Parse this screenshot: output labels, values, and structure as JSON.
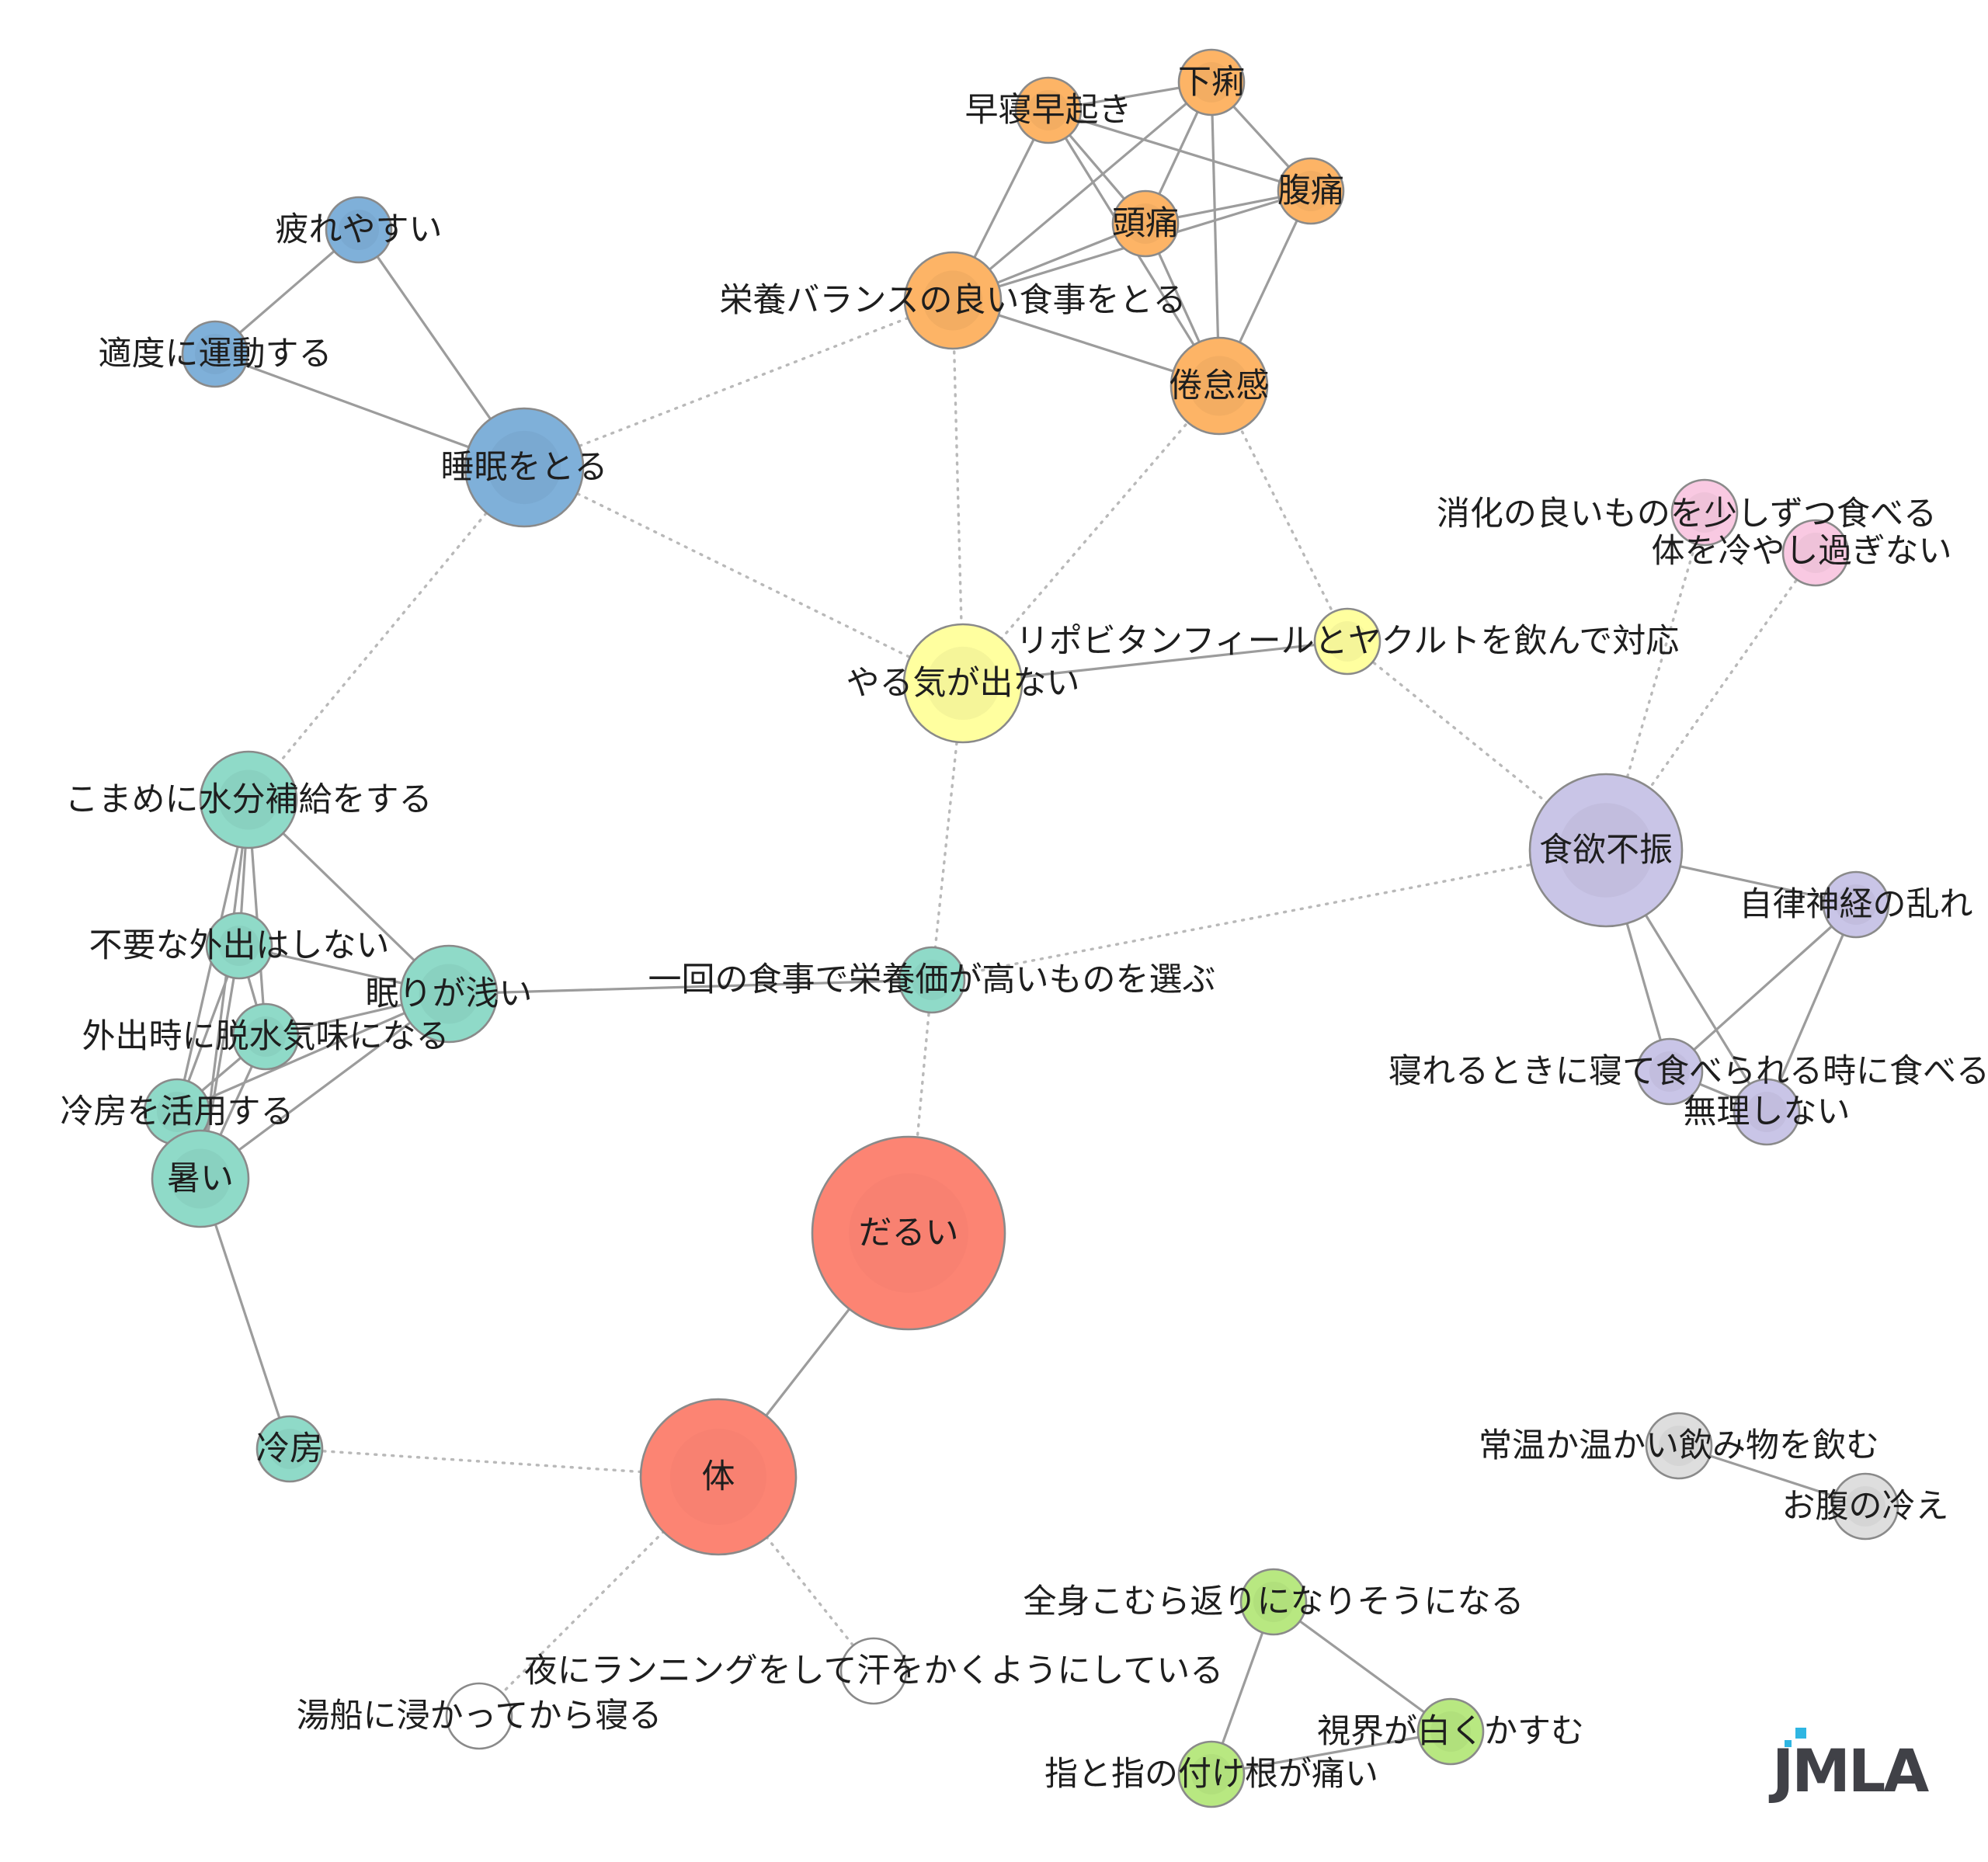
{
  "logo": {
    "text": "JMLA",
    "accent_color": "#2fb6e2",
    "text_color": "#404147"
  },
  "palette": {
    "blue": "#7fb0d9",
    "orange": "#fdb466",
    "yellow": "#ffff9f",
    "teal": "#8fdac8",
    "purple": "#c9c5e7",
    "pink": "#f9c9e2",
    "red": "#fc8473",
    "gray": "#dedede",
    "green": "#b8e881",
    "white": "#ffffff"
  },
  "nodes": [
    {
      "id": "n1",
      "label": "疲れやすい",
      "group": "blue",
      "size": 1
    },
    {
      "id": "n2",
      "label": "適度に運動する",
      "group": "blue",
      "size": 1
    },
    {
      "id": "n3",
      "label": "睡眠をとる",
      "group": "blue",
      "size": 3
    },
    {
      "id": "n4",
      "label": "早寝早起き",
      "group": "orange",
      "size": 1
    },
    {
      "id": "n5",
      "label": "下痢",
      "group": "orange",
      "size": 1
    },
    {
      "id": "n6",
      "label": "腹痛",
      "group": "orange",
      "size": 1
    },
    {
      "id": "n7",
      "label": "頭痛",
      "group": "orange",
      "size": 1
    },
    {
      "id": "n8",
      "label": "栄養バランスの良い食事をとる",
      "group": "orange",
      "size": 2
    },
    {
      "id": "n9",
      "label": "倦怠感",
      "group": "orange",
      "size": 2
    },
    {
      "id": "n10",
      "label": "やる気が出ない",
      "group": "yellow",
      "size": 3
    },
    {
      "id": "n11",
      "label": "リポビタンフィールとヤクルトを飲んで対応",
      "group": "yellow",
      "size": 1
    },
    {
      "id": "n12",
      "label": "消化の良いものを少しずつ食べる",
      "group": "pink",
      "size": 1
    },
    {
      "id": "n13",
      "label": "体を冷やし過ぎない",
      "group": "pink",
      "size": 1
    },
    {
      "id": "n14",
      "label": "食欲不振",
      "group": "purple",
      "size": 4
    },
    {
      "id": "n15",
      "label": "自律神経の乱れ",
      "group": "purple",
      "size": 1
    },
    {
      "id": "n16",
      "label": "寝れるときに寝て食べられる時に食べる",
      "group": "purple",
      "size": 1
    },
    {
      "id": "n17",
      "label": "無理しない",
      "group": "purple",
      "size": 1
    },
    {
      "id": "n18",
      "label": "こまめに水分補給をする",
      "group": "teal",
      "size": 2
    },
    {
      "id": "n19",
      "label": "不要な外出はしない",
      "group": "teal",
      "size": 1
    },
    {
      "id": "n20",
      "label": "眠りが浅い",
      "group": "teal",
      "size": 2
    },
    {
      "id": "n21",
      "label": "外出時に脱水気味になる",
      "group": "teal",
      "size": 1
    },
    {
      "id": "n22",
      "label": "冷房を活用する",
      "group": "teal",
      "size": 1
    },
    {
      "id": "n23",
      "label": "暑い",
      "group": "teal",
      "size": 2
    },
    {
      "id": "n24",
      "label": "一回の食事で栄養価が高いものを選ぶ",
      "group": "teal",
      "size": 1
    },
    {
      "id": "n25",
      "label": "冷房",
      "group": "teal",
      "size": 1
    },
    {
      "id": "n26",
      "label": "だるい",
      "group": "red",
      "size": 6
    },
    {
      "id": "n27",
      "label": "体",
      "group": "red",
      "size": 5
    },
    {
      "id": "n28",
      "label": "常温か温かい飲み物を飲む",
      "group": "gray",
      "size": 1
    },
    {
      "id": "n29",
      "label": "お腹の冷え",
      "group": "gray",
      "size": 1
    },
    {
      "id": "n30",
      "label": "全身こむら返りになりそうになる",
      "group": "green",
      "size": 1
    },
    {
      "id": "n31",
      "label": "視界が白くかすむ",
      "group": "green",
      "size": 1
    },
    {
      "id": "n32",
      "label": "指と指の付け根が痛い",
      "group": "green",
      "size": 1
    },
    {
      "id": "n33",
      "label": "夜にランニングをして汗をかくようにしている",
      "group": "white",
      "size": 1
    },
    {
      "id": "n34",
      "label": "湯船に浸かってから寝る",
      "group": "white",
      "size": 1
    }
  ],
  "edges": [
    {
      "source": "n1",
      "target": "n2",
      "style": "solid"
    },
    {
      "source": "n1",
      "target": "n3",
      "style": "solid"
    },
    {
      "source": "n2",
      "target": "n3",
      "style": "solid"
    },
    {
      "source": "n4",
      "target": "n5",
      "style": "solid"
    },
    {
      "source": "n4",
      "target": "n6",
      "style": "solid"
    },
    {
      "source": "n4",
      "target": "n7",
      "style": "solid"
    },
    {
      "source": "n4",
      "target": "n8",
      "style": "solid"
    },
    {
      "source": "n4",
      "target": "n9",
      "style": "solid"
    },
    {
      "source": "n5",
      "target": "n6",
      "style": "solid"
    },
    {
      "source": "n5",
      "target": "n7",
      "style": "solid"
    },
    {
      "source": "n5",
      "target": "n8",
      "style": "solid"
    },
    {
      "source": "n5",
      "target": "n9",
      "style": "solid"
    },
    {
      "source": "n6",
      "target": "n7",
      "style": "solid"
    },
    {
      "source": "n6",
      "target": "n8",
      "style": "solid"
    },
    {
      "source": "n6",
      "target": "n9",
      "style": "solid"
    },
    {
      "source": "n7",
      "target": "n8",
      "style": "solid"
    },
    {
      "source": "n7",
      "target": "n9",
      "style": "solid"
    },
    {
      "source": "n8",
      "target": "n9",
      "style": "solid"
    },
    {
      "source": "n10",
      "target": "n11",
      "style": "solid"
    },
    {
      "source": "n14",
      "target": "n15",
      "style": "solid"
    },
    {
      "source": "n14",
      "target": "n16",
      "style": "solid"
    },
    {
      "source": "n14",
      "target": "n17",
      "style": "solid"
    },
    {
      "source": "n15",
      "target": "n16",
      "style": "solid"
    },
    {
      "source": "n15",
      "target": "n17",
      "style": "solid"
    },
    {
      "source": "n16",
      "target": "n17",
      "style": "solid"
    },
    {
      "source": "n18",
      "target": "n19",
      "style": "solid"
    },
    {
      "source": "n18",
      "target": "n20",
      "style": "solid"
    },
    {
      "source": "n18",
      "target": "n21",
      "style": "solid"
    },
    {
      "source": "n18",
      "target": "n22",
      "style": "solid"
    },
    {
      "source": "n18",
      "target": "n23",
      "style": "solid"
    },
    {
      "source": "n19",
      "target": "n20",
      "style": "solid"
    },
    {
      "source": "n19",
      "target": "n21",
      "style": "solid"
    },
    {
      "source": "n19",
      "target": "n22",
      "style": "solid"
    },
    {
      "source": "n19",
      "target": "n23",
      "style": "solid"
    },
    {
      "source": "n20",
      "target": "n21",
      "style": "solid"
    },
    {
      "source": "n20",
      "target": "n22",
      "style": "solid"
    },
    {
      "source": "n20",
      "target": "n23",
      "style": "solid"
    },
    {
      "source": "n21",
      "target": "n22",
      "style": "solid"
    },
    {
      "source": "n21",
      "target": "n23",
      "style": "solid"
    },
    {
      "source": "n22",
      "target": "n23",
      "style": "solid"
    },
    {
      "source": "n20",
      "target": "n24",
      "style": "solid"
    },
    {
      "source": "n23",
      "target": "n25",
      "style": "solid"
    },
    {
      "source": "n26",
      "target": "n27",
      "style": "solid"
    },
    {
      "source": "n28",
      "target": "n29",
      "style": "solid"
    },
    {
      "source": "n30",
      "target": "n31",
      "style": "solid"
    },
    {
      "source": "n30",
      "target": "n32",
      "style": "solid"
    },
    {
      "source": "n31",
      "target": "n32",
      "style": "solid"
    },
    {
      "source": "n3",
      "target": "n8",
      "style": "dotted"
    },
    {
      "source": "n3",
      "target": "n10",
      "style": "dotted"
    },
    {
      "source": "n3",
      "target": "n18",
      "style": "dotted"
    },
    {
      "source": "n8",
      "target": "n10",
      "style": "dotted"
    },
    {
      "source": "n9",
      "target": "n10",
      "style": "dotted"
    },
    {
      "source": "n9",
      "target": "n11",
      "style": "dotted"
    },
    {
      "source": "n11",
      "target": "n14",
      "style": "dotted"
    },
    {
      "source": "n12",
      "target": "n14",
      "style": "dotted"
    },
    {
      "source": "n13",
      "target": "n14",
      "style": "dotted"
    },
    {
      "source": "n10",
      "target": "n24",
      "style": "dotted"
    },
    {
      "source": "n24",
      "target": "n14",
      "style": "dotted"
    },
    {
      "source": "n24",
      "target": "n26",
      "style": "dotted"
    },
    {
      "source": "n25",
      "target": "n27",
      "style": "dotted"
    },
    {
      "source": "n27",
      "target": "n33",
      "style": "dotted"
    },
    {
      "source": "n27",
      "target": "n34",
      "style": "dotted"
    }
  ]
}
